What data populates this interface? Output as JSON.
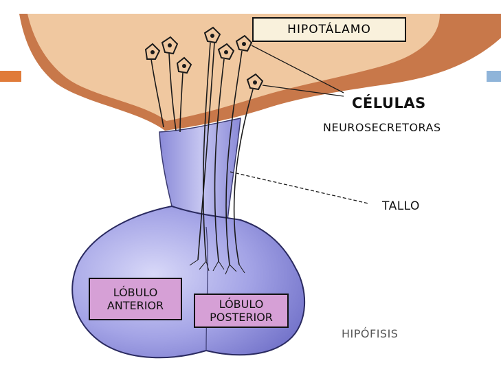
{
  "labels": {
    "hipotalamo": "HIPOTÁLAMO",
    "celulas": "CÉLULAS",
    "neurosecretoras": "NEUROSECRETORAS",
    "tallo": "TALLO",
    "lobulo_anterior_1": "LÓBULO",
    "lobulo_anterior_2": "ANTERIOR",
    "lobulo_posterior_1": "LÓBULO",
    "lobulo_posterior_2": "POSTERIOR",
    "hipofisis": "HIPÓFISIS"
  },
  "colors": {
    "hypothalamus_fill": "#f0c8a0",
    "hypothalamus_border": "#c8784a",
    "pituitary_fill": "#9a9ae0",
    "lobe_label_fill": "#d6a0d6",
    "accent_orange": "#e07b39",
    "accent_blue": "#8fb4d9"
  }
}
